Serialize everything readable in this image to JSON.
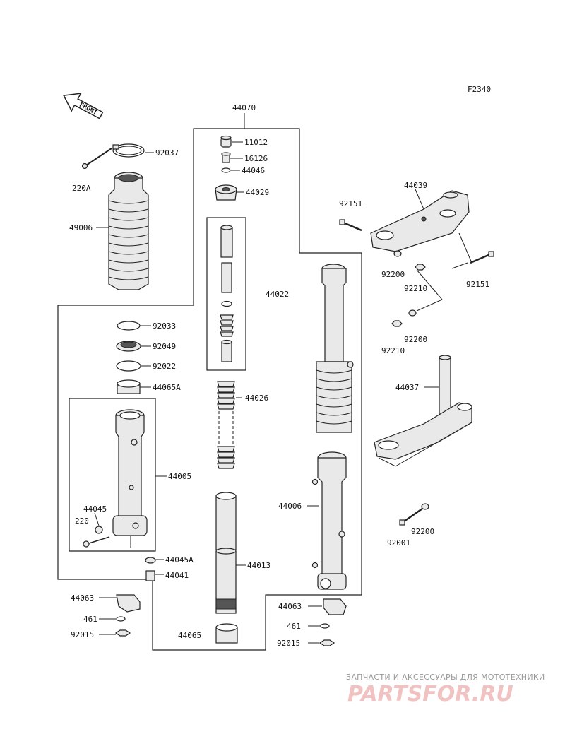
{
  "figure_code": "F2340",
  "front_label": "FRONT",
  "parts": [
    {
      "id": "44070"
    },
    {
      "id": "11012"
    },
    {
      "id": "16126"
    },
    {
      "id": "44046"
    },
    {
      "id": "44029"
    },
    {
      "id": "44022"
    },
    {
      "id": "44026"
    },
    {
      "id": "44013"
    },
    {
      "id": "44065"
    },
    {
      "id": "92037"
    },
    {
      "id": "220A"
    },
    {
      "id": "49006"
    },
    {
      "id": "92033"
    },
    {
      "id": "92049"
    },
    {
      "id": "92022"
    },
    {
      "id": "44065A"
    },
    {
      "id": "44005"
    },
    {
      "id": "44045"
    },
    {
      "id": "220"
    },
    {
      "id": "44045A"
    },
    {
      "id": "44041"
    },
    {
      "id": "44063"
    },
    {
      "id": "461"
    },
    {
      "id": "92015"
    },
    {
      "id": "44006"
    },
    {
      "id": "44063"
    },
    {
      "id": "461"
    },
    {
      "id": "92015"
    },
    {
      "id": "92151"
    },
    {
      "id": "44039"
    },
    {
      "id": "92200"
    },
    {
      "id": "92210"
    },
    {
      "id": "92151"
    },
    {
      "id": "92210"
    },
    {
      "id": "92200"
    },
    {
      "id": "44037"
    },
    {
      "id": "92200"
    },
    {
      "id": "92001"
    }
  ],
  "watermark": {
    "caption": "ЗАПЧАСТИ И АКСЕССУАРЫ ДЛЯ МОТОТЕХНИКИ",
    "logo": "PARTSFOR.RU",
    "color": "#e8a0a0"
  }
}
